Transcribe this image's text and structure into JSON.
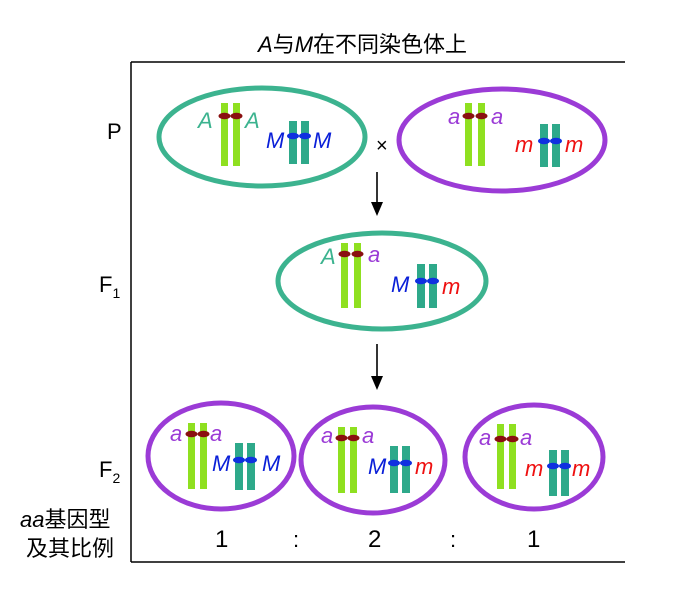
{
  "title": {
    "allele_a": "A",
    "join": "与",
    "allele_m": "M",
    "suffix": "在不同染色体上"
  },
  "generations": {
    "parent": "P",
    "f1_base": "F",
    "f1_sub": "1",
    "f2_base": "F",
    "f2_sub": "2"
  },
  "cross_symbol": "×",
  "colors": {
    "green_cell": "#3cb38f",
    "purple_cell": "#9b3bd6",
    "chromosome_light": "#8fe020",
    "chromosome_teal": "#2ea98a",
    "centromere_red": "#8a1010",
    "centromere_blue": "#1030e0",
    "text_blue": "#0a1fd8",
    "text_red": "#ee1010",
    "text_purple": "#9b3bd6",
    "text_green": "#3cb38f"
  },
  "cells": {
    "p_left": {
      "left_a": "A",
      "right_a": "A",
      "left_m": "M",
      "right_m": "M"
    },
    "p_right": {
      "left_a": "a",
      "right_a": "a",
      "left_m": "m",
      "right_m": "m"
    },
    "f1": {
      "left_a": "A",
      "right_a": "a",
      "left_m": "M",
      "right_m": "m"
    },
    "f2_1": {
      "left_a": "a",
      "right_a": "a",
      "left_m": "M",
      "right_m": "M"
    },
    "f2_2": {
      "left_a": "a",
      "right_a": "a",
      "left_m": "M",
      "right_m": "m"
    },
    "f2_3": {
      "left_a": "a",
      "right_a": "a",
      "left_m": "m",
      "right_m": "m"
    }
  },
  "ratio_label": {
    "genotype": "aa",
    "line1_suffix": "基因型",
    "line2": "及其比例"
  },
  "ratio": {
    "first": "1",
    "sep1": ":",
    "second": "2",
    "sep2": ":",
    "third": "1"
  }
}
